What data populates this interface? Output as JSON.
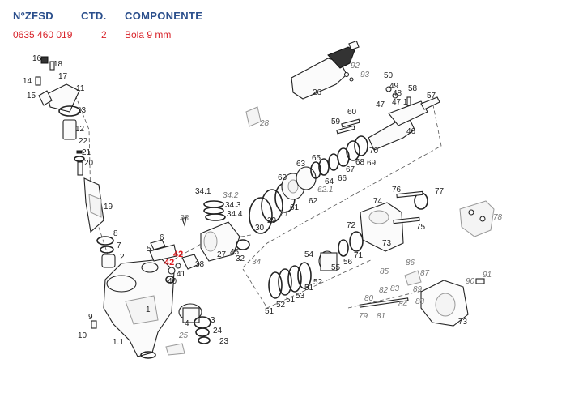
{
  "header": {
    "col_number": "NºZFSD",
    "col_qty": "CTD.",
    "col_component": "COMPONENTE"
  },
  "selected_part": {
    "number": "0635 460 019",
    "qty": "2",
    "component": "Bola 9 mm"
  },
  "callouts": [
    {
      "label": "16",
      "style": "normal"
    },
    {
      "label": "18",
      "style": "normal"
    },
    {
      "label": "14",
      "style": "normal"
    },
    {
      "label": "17",
      "style": "normal"
    },
    {
      "label": "15",
      "style": "normal"
    },
    {
      "label": "11",
      "style": "normal"
    },
    {
      "label": "13",
      "style": "normal"
    },
    {
      "label": "12",
      "style": "normal"
    },
    {
      "label": "22",
      "style": "normal"
    },
    {
      "label": "21",
      "style": "normal"
    },
    {
      "label": "20",
      "style": "normal"
    },
    {
      "label": "19",
      "style": "normal"
    },
    {
      "label": "8",
      "style": "normal"
    },
    {
      "label": "7",
      "style": "normal"
    },
    {
      "label": "2",
      "style": "normal"
    },
    {
      "label": "5",
      "style": "normal"
    },
    {
      "label": "6",
      "style": "normal"
    },
    {
      "label": "42",
      "style": "highlight"
    },
    {
      "label": "42",
      "style": "highlight"
    },
    {
      "label": "41",
      "style": "normal"
    },
    {
      "label": "40",
      "style": "normal"
    },
    {
      "label": "38",
      "style": "normal"
    },
    {
      "label": "1",
      "style": "normal"
    },
    {
      "label": "9",
      "style": "normal"
    },
    {
      "label": "10",
      "style": "normal"
    },
    {
      "label": "1.1",
      "style": "normal"
    },
    {
      "label": "4",
      "style": "normal"
    },
    {
      "label": "3",
      "style": "normal"
    },
    {
      "label": "24",
      "style": "normal"
    },
    {
      "label": "23",
      "style": "normal"
    },
    {
      "label": "25",
      "style": "italic"
    },
    {
      "label": "33",
      "style": "italic"
    },
    {
      "label": "34.1",
      "style": "normal"
    },
    {
      "label": "34.2",
      "style": "italic"
    },
    {
      "label": "34.3",
      "style": "normal"
    },
    {
      "label": "34.4",
      "style": "normal"
    },
    {
      "label": "27",
      "style": "normal"
    },
    {
      "label": "45",
      "style": "normal"
    },
    {
      "label": "32",
      "style": "normal"
    },
    {
      "label": "34",
      "style": "italic"
    },
    {
      "label": "30",
      "style": "normal"
    },
    {
      "label": "29",
      "style": "normal"
    },
    {
      "label": "31",
      "style": "italic"
    },
    {
      "label": "61",
      "style": "normal"
    },
    {
      "label": "62",
      "style": "normal"
    },
    {
      "label": "62.1",
      "style": "italic"
    },
    {
      "label": "63",
      "style": "normal"
    },
    {
      "label": "63",
      "style": "normal"
    },
    {
      "label": "64",
      "style": "normal"
    },
    {
      "label": "65",
      "style": "normal"
    },
    {
      "label": "66",
      "style": "normal"
    },
    {
      "label": "67",
      "style": "normal"
    },
    {
      "label": "68",
      "style": "normal"
    },
    {
      "label": "69",
      "style": "normal"
    },
    {
      "label": "70",
      "style": "normal"
    },
    {
      "label": "59",
      "style": "normal"
    },
    {
      "label": "60",
      "style": "normal"
    },
    {
      "label": "28",
      "style": "italic"
    },
    {
      "label": "26",
      "style": "normal"
    },
    {
      "label": "92",
      "style": "italic"
    },
    {
      "label": "93",
      "style": "italic"
    },
    {
      "label": "50",
      "style": "normal"
    },
    {
      "label": "49",
      "style": "normal"
    },
    {
      "label": "48",
      "style": "normal"
    },
    {
      "label": "47",
      "style": "normal"
    },
    {
      "label": "47.1",
      "style": "normal"
    },
    {
      "label": "58",
      "style": "normal"
    },
    {
      "label": "57",
      "style": "normal"
    },
    {
      "label": "46",
      "style": "normal"
    },
    {
      "label": "76",
      "style": "normal"
    },
    {
      "label": "77",
      "style": "normal"
    },
    {
      "label": "74",
      "style": "normal"
    },
    {
      "label": "72",
      "style": "normal"
    },
    {
      "label": "73",
      "style": "normal"
    },
    {
      "label": "75",
      "style": "normal"
    },
    {
      "label": "78",
      "style": "italic"
    },
    {
      "label": "54",
      "style": "normal"
    },
    {
      "label": "56",
      "style": "normal"
    },
    {
      "label": "71",
      "style": "normal"
    },
    {
      "label": "55",
      "style": "normal"
    },
    {
      "label": "52",
      "style": "normal"
    },
    {
      "label": "51",
      "style": "normal"
    },
    {
      "label": "53",
      "style": "normal"
    },
    {
      "label": "51",
      "style": "normal"
    },
    {
      "label": "52",
      "style": "normal"
    },
    {
      "label": "51",
      "style": "normal"
    },
    {
      "label": "85",
      "style": "italic"
    },
    {
      "label": "86",
      "style": "italic"
    },
    {
      "label": "87",
      "style": "italic"
    },
    {
      "label": "80",
      "style": "italic"
    },
    {
      "label": "82",
      "style": "italic"
    },
    {
      "label": "83",
      "style": "italic"
    },
    {
      "label": "84",
      "style": "italic"
    },
    {
      "label": "88",
      "style": "italic"
    },
    {
      "label": "79",
      "style": "italic"
    },
    {
      "label": "81",
      "style": "italic"
    },
    {
      "label": "89",
      "style": "italic"
    },
    {
      "label": "90",
      "style": "italic"
    },
    {
      "label": "91",
      "style": "italic"
    },
    {
      "label": "73",
      "style": "normal"
    }
  ]
}
